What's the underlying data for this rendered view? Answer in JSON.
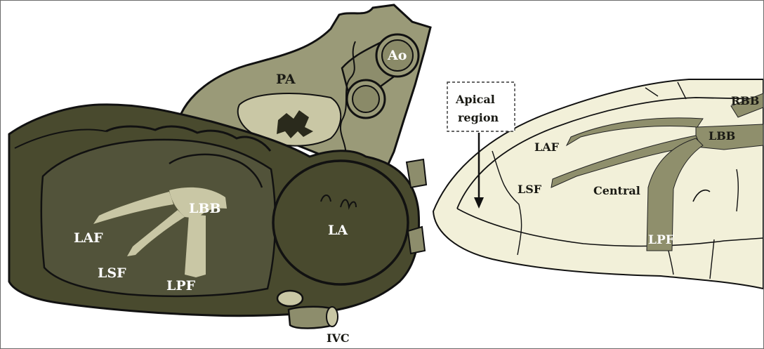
{
  "heart_diagram": {
    "labels": {
      "ao": "Ao",
      "pa": "PA",
      "la": "LA",
      "lbb": "LBB",
      "laf": "LAF",
      "lsf": "LSF",
      "lpf": "LPF",
      "ivc": "IVC"
    }
  },
  "ventricle_diagram": {
    "callout": {
      "line1": "Apical",
      "line2": "region"
    },
    "labels": {
      "rbb": "RBB",
      "lbb": "LBB",
      "laf": "LAF",
      "lsf": "LSF",
      "central": "Central",
      "lpf": "LPF"
    }
  },
  "colors": {
    "dark_olive": "#494a2e",
    "mid_olive": "#9a9a78",
    "light_tan": "#c9c7a5",
    "cream": "#f2f0d9",
    "branch": "#8f8f6c",
    "outline": "#111111"
  }
}
